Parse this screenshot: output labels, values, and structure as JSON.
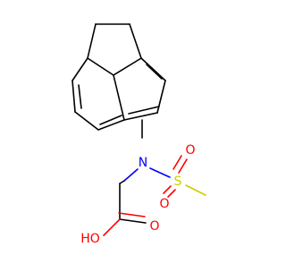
{
  "molecule": {
    "atom_labels": {
      "nitrogen": "N",
      "sulfur": "S",
      "oxygen_sulfonyl_top": "O",
      "oxygen_sulfonyl_bottom": "O",
      "oxygen_carbonyl": "O",
      "hydroxyl": "HO"
    },
    "colors": {
      "carbon_bond": "#000000",
      "nitrogen": "#0000FF",
      "oxygen": "#FF0000",
      "sulfur": "#CCCC00",
      "background": "#FFFFFF"
    }
  }
}
